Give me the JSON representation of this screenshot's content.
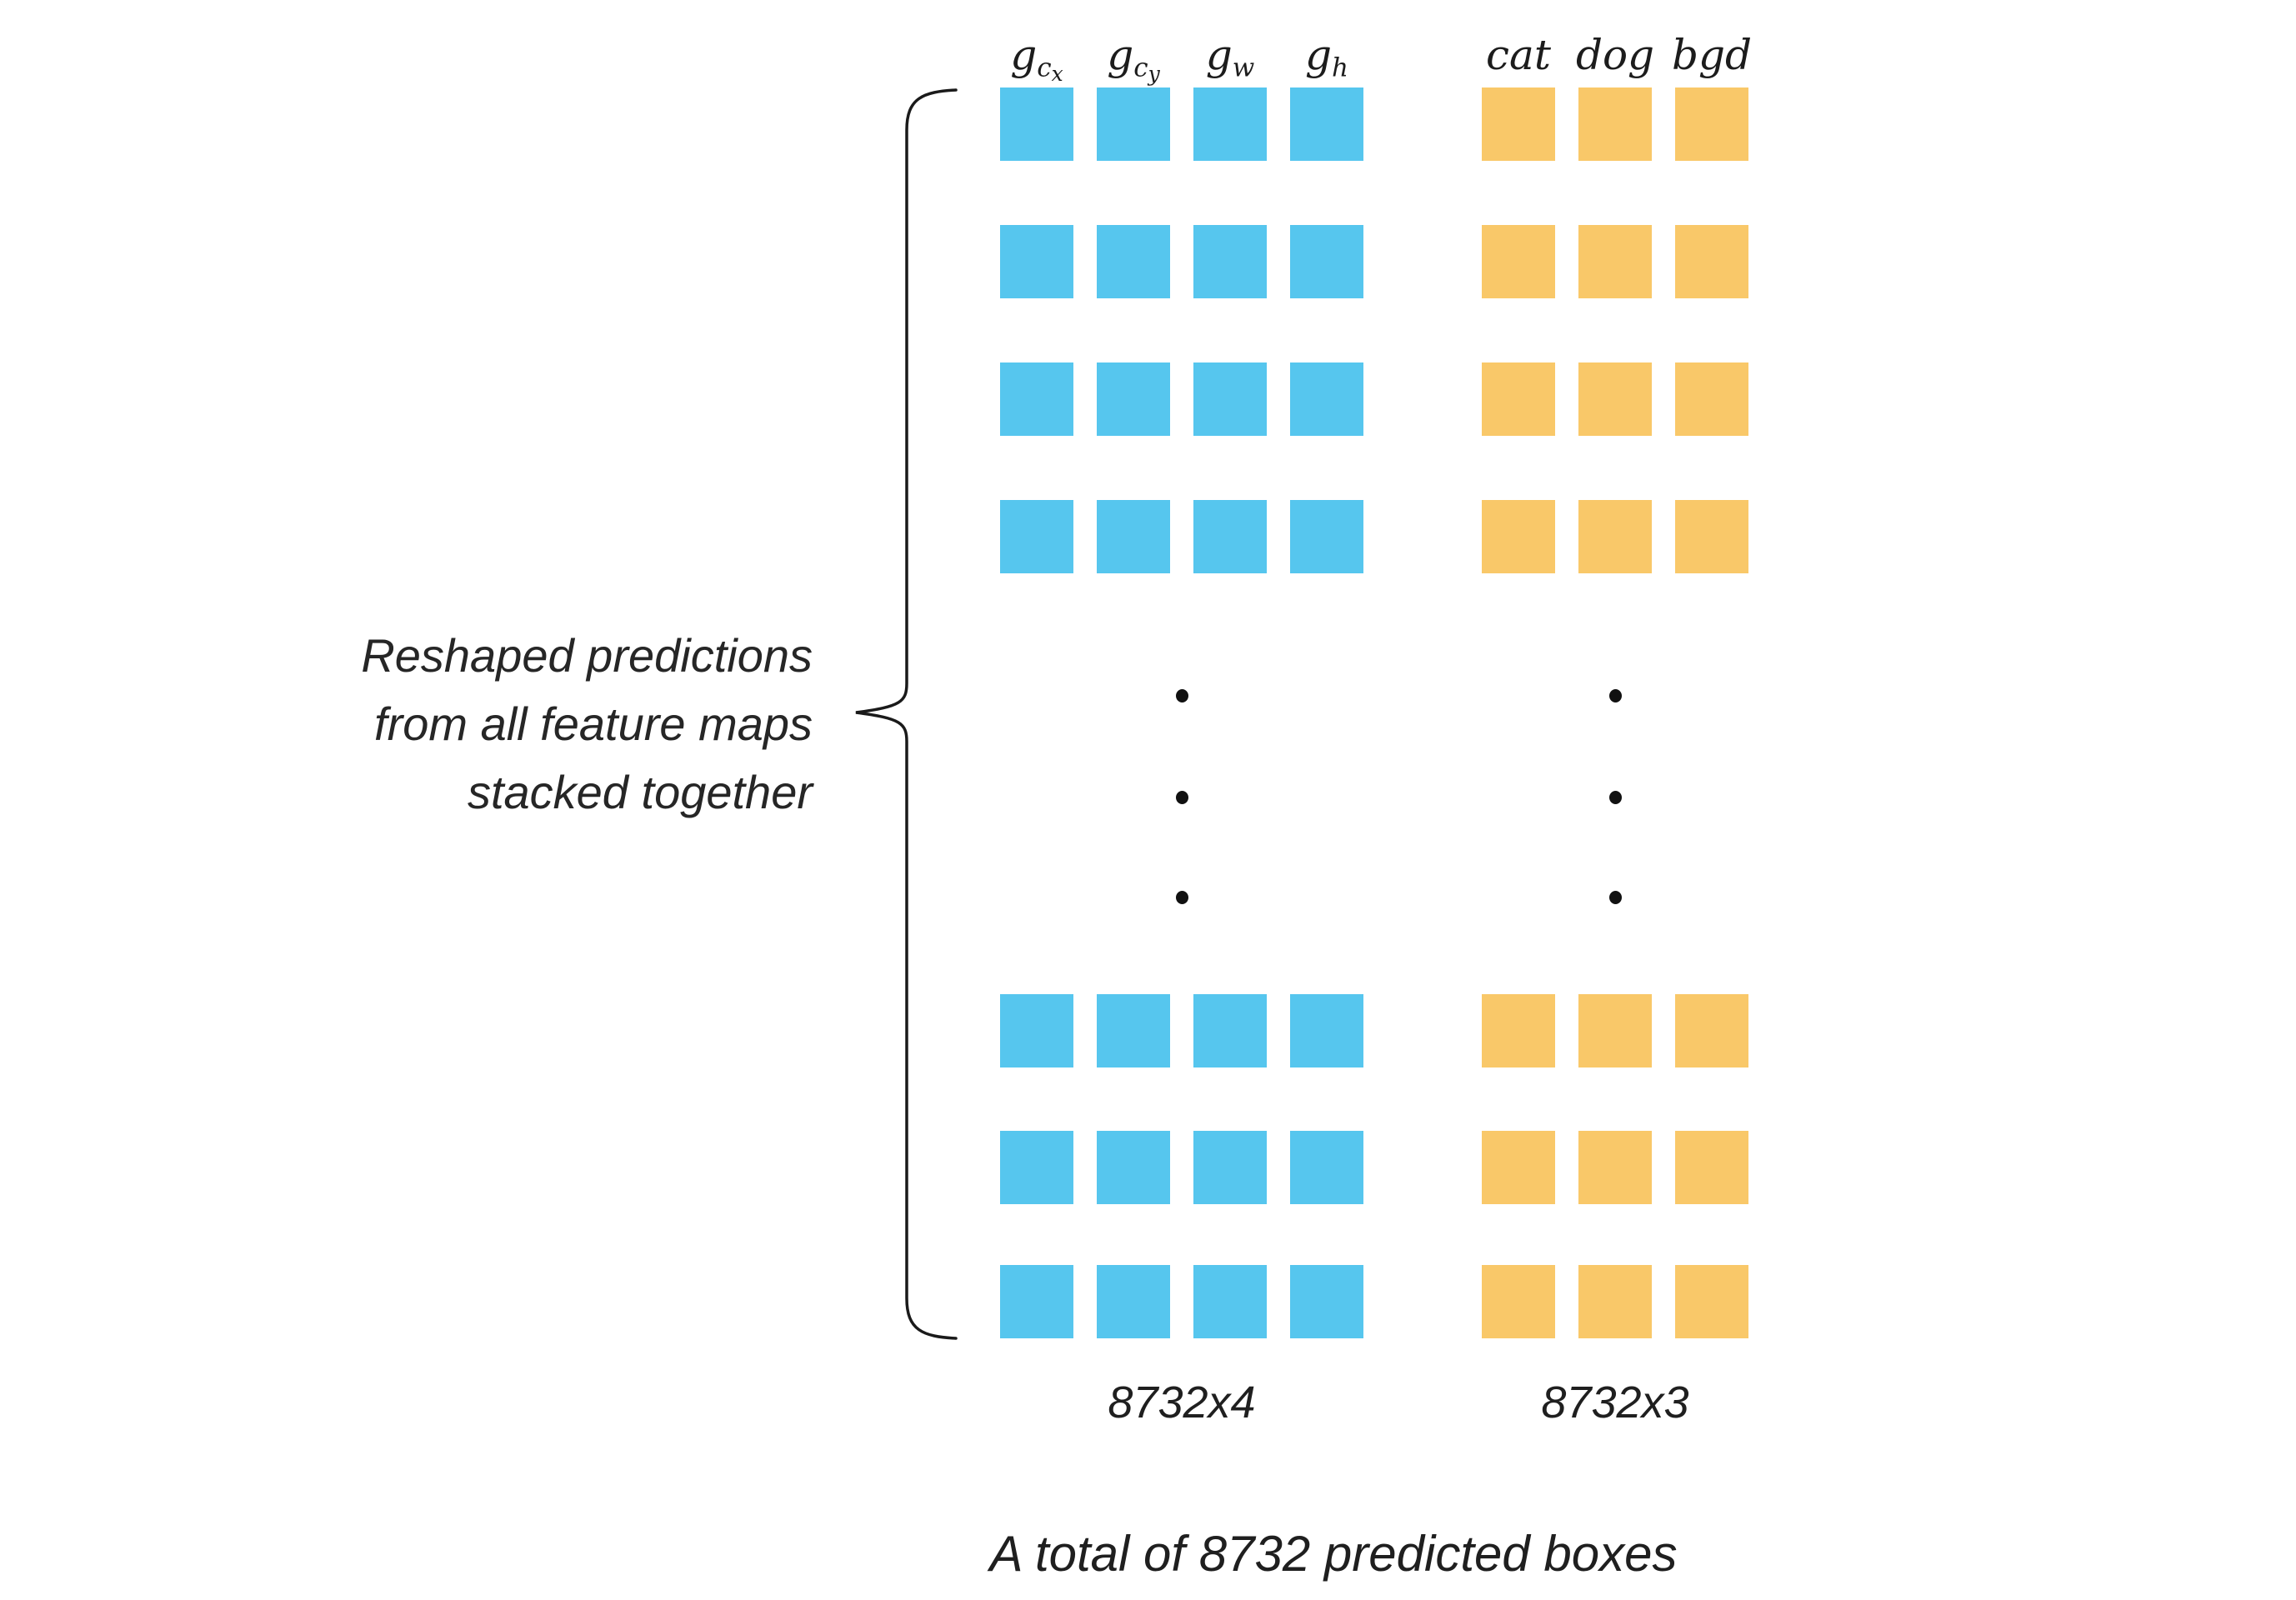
{
  "colors": {
    "loc_square": "#56C6EE",
    "cls_square": "#F9C869",
    "text": "#1f1f1f"
  },
  "brace_label": {
    "lines": [
      "Reshaped predictions",
      "from all feature maps",
      "stacked together"
    ]
  },
  "grid": {
    "top_rows": 4,
    "bottom_rows": 3,
    "ellipsis_dots": 3
  },
  "loc_block": {
    "headers": [
      {
        "id": "gcx",
        "base": "g",
        "sub": "c",
        "subsub": "x"
      },
      {
        "id": "gcy",
        "base": "g",
        "sub": "c",
        "subsub": "y"
      },
      {
        "id": "gw",
        "base": "g",
        "sub": "w",
        "subsub": ""
      },
      {
        "id": "gh",
        "base": "g",
        "sub": "h",
        "subsub": ""
      }
    ],
    "size_label": "8732x4"
  },
  "cls_block": {
    "headers": [
      {
        "id": "cat",
        "text": "cat"
      },
      {
        "id": "dog",
        "text": "dog"
      },
      {
        "id": "bgd",
        "text": "bgd"
      }
    ],
    "size_label": "8732x3"
  },
  "caption": "A total of 8732 predicted boxes"
}
